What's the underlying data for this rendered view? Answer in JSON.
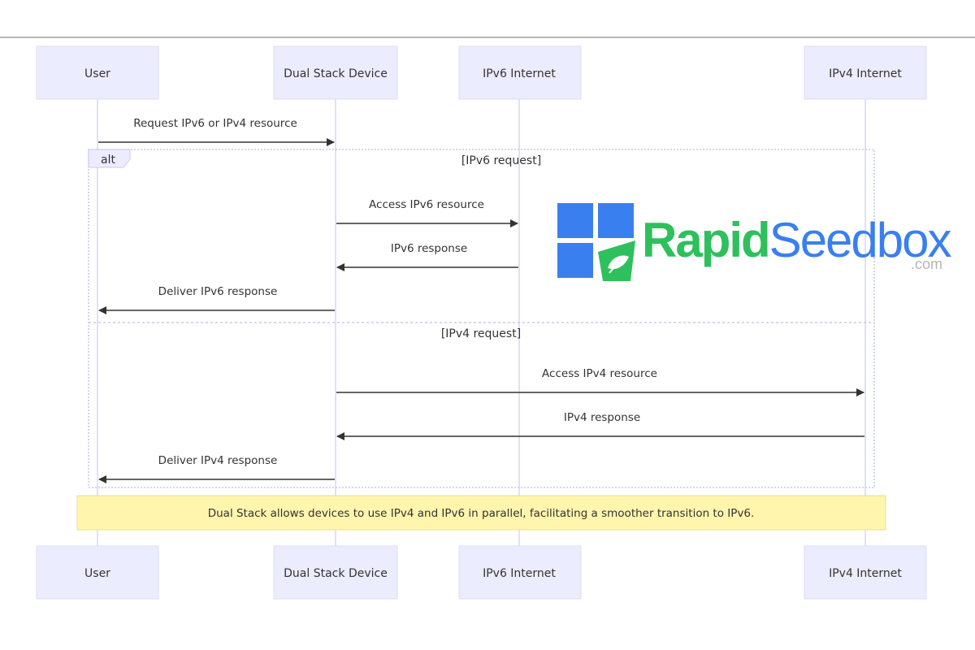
{
  "diagram": {
    "type": "sequence",
    "participants": [
      {
        "id": "user",
        "label": "User"
      },
      {
        "id": "device",
        "label": "Dual Stack Device"
      },
      {
        "id": "ipv6",
        "label": "IPv6 Internet"
      },
      {
        "id": "ipv4",
        "label": "IPv4 Internet"
      }
    ],
    "messages": [
      {
        "from": "user",
        "to": "device",
        "label": "Request IPv6 or IPv4 resource"
      },
      {
        "from": "device",
        "to": "ipv6",
        "label": "Access IPv6 resource"
      },
      {
        "from": "ipv6",
        "to": "device",
        "label": "IPv6 response"
      },
      {
        "from": "device",
        "to": "user",
        "label": "Deliver IPv6 response"
      },
      {
        "from": "device",
        "to": "ipv4",
        "label": "Access IPv4 resource"
      },
      {
        "from": "ipv4",
        "to": "device",
        "label": "IPv4 response"
      },
      {
        "from": "device",
        "to": "user",
        "label": "Deliver IPv4 response"
      }
    ],
    "alt_block": {
      "keyword": "alt",
      "sections": [
        {
          "condition": "[IPv6 request]"
        },
        {
          "condition": "[IPv4 request]"
        }
      ]
    },
    "note": {
      "text": "Dual Stack allows devices to use IPv4 and IPv6 in parallel, facilitating a smoother transition to IPv6."
    }
  },
  "logo": {
    "word_primary": "Rapid",
    "word_secondary": "Seedbox",
    "tld": ".com",
    "colors": {
      "blue": "#3a7ff0",
      "green": "#2ec05c"
    }
  },
  "colors": {
    "actor_fill": "#ececff",
    "note_fill": "#fff5ad",
    "line": "#333333"
  }
}
